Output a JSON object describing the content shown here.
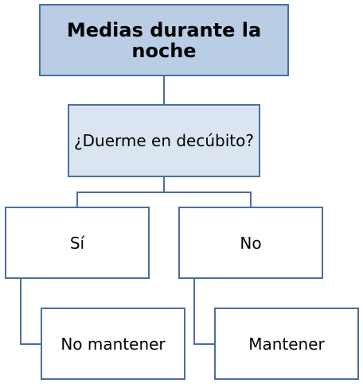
{
  "diagram": {
    "title": "Medias durante la noche",
    "question": "¿Duerme en decúbito?",
    "options": [
      {
        "label": "Sí",
        "result": "No mantener"
      },
      {
        "label": "No",
        "result": "Mantener"
      }
    ],
    "colors": {
      "border": "#4a6f9e",
      "title_fill": "#b9cde5",
      "question_fill": "#dbe5f1",
      "box_fill": "#ffffff"
    }
  }
}
